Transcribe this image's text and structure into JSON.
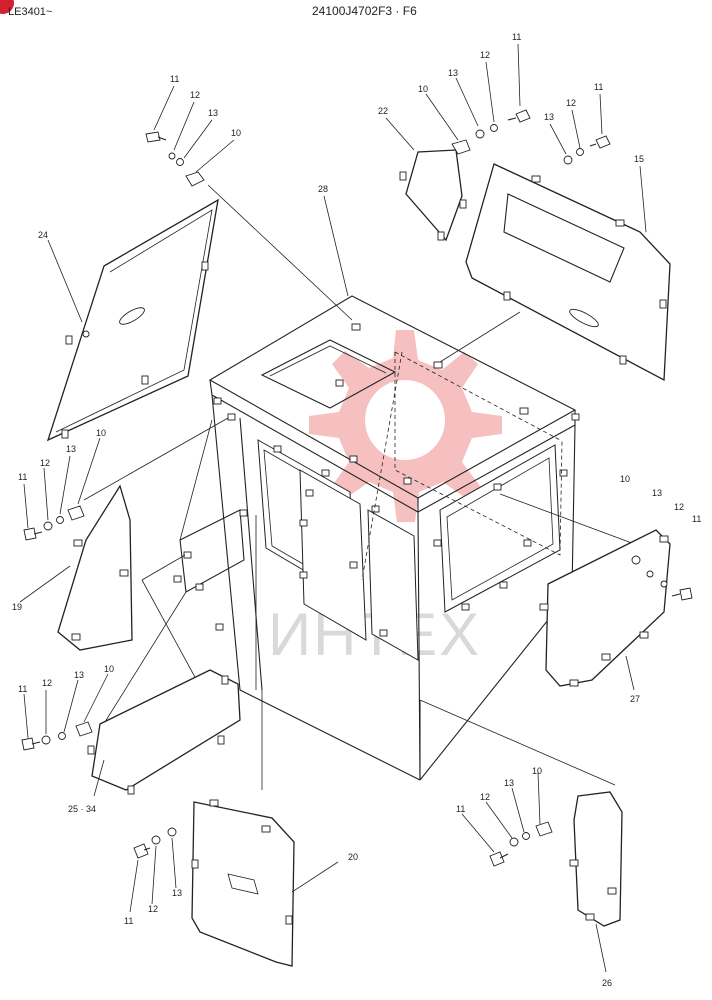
{
  "header": {
    "left_code": "LE3401~",
    "title": "24100J4702F3 · F6"
  },
  "watermark": {
    "text": "ИНТЕХ",
    "color": "#f5b5b5"
  },
  "callouts": [
    {
      "id": "c11a",
      "text": "11"
    },
    {
      "id": "c12a",
      "text": "12"
    },
    {
      "id": "c13a",
      "text": "13"
    },
    {
      "id": "c10a",
      "text": "10"
    },
    {
      "id": "c10b",
      "text": "10"
    },
    {
      "id": "c13b",
      "text": "13"
    },
    {
      "id": "c12b",
      "text": "12"
    },
    {
      "id": "c11b",
      "text": "11"
    },
    {
      "id": "c12c",
      "text": "12"
    },
    {
      "id": "c13c",
      "text": "13"
    },
    {
      "id": "c11c",
      "text": "11"
    },
    {
      "id": "c22",
      "text": "22"
    },
    {
      "id": "c15",
      "text": "15"
    },
    {
      "id": "c28",
      "text": "28"
    },
    {
      "id": "c24",
      "text": "24"
    },
    {
      "id": "c11d",
      "text": "11"
    },
    {
      "id": "c12d",
      "text": "12"
    },
    {
      "id": "c13d",
      "text": "13"
    },
    {
      "id": "c10d",
      "text": "10"
    },
    {
      "id": "c19",
      "text": "19"
    },
    {
      "id": "c10e",
      "text": "10"
    },
    {
      "id": "c13e",
      "text": "13"
    },
    {
      "id": "c12e",
      "text": "12"
    },
    {
      "id": "c11e",
      "text": "11"
    },
    {
      "id": "c27",
      "text": "27"
    },
    {
      "id": "c11f",
      "text": "11"
    },
    {
      "id": "c12f",
      "text": "12"
    },
    {
      "id": "c13f",
      "text": "13"
    },
    {
      "id": "c10f",
      "text": "10"
    },
    {
      "id": "c2534",
      "text": "25 · 34"
    },
    {
      "id": "c13g",
      "text": "13"
    },
    {
      "id": "c12g",
      "text": "12"
    },
    {
      "id": "c10g",
      "text": "10"
    },
    {
      "id": "c11g",
      "text": "11"
    },
    {
      "id": "c20",
      "text": "20"
    },
    {
      "id": "c11h",
      "text": "11"
    },
    {
      "id": "c12h",
      "text": "12"
    },
    {
      "id": "c13h",
      "text": "13"
    },
    {
      "id": "c26",
      "text": "26"
    }
  ]
}
